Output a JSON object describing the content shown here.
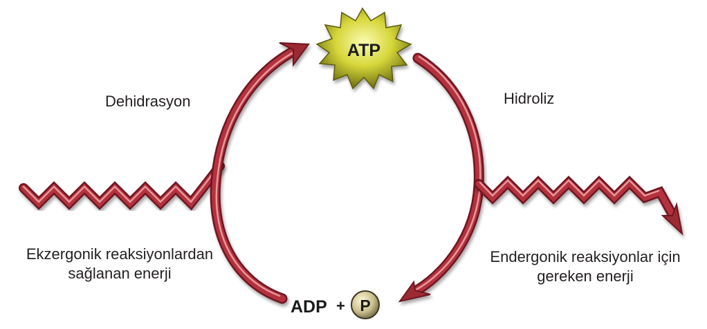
{
  "diagram": {
    "atp": "ATP",
    "adp": "ADP",
    "plus": "+",
    "phosphate": "P",
    "dehydration": "Dehidrasyon",
    "hydrolysis": "Hidroliz",
    "exergonic": [
      "Ekzergonik reaksiyonlardan",
      "sağlanan enerji"
    ],
    "endergonic": [
      "Endergonik reaksiyonlar için",
      "gereken enerji"
    ]
  },
  "colors": {
    "arrow_dark": "#7d1f27",
    "arrow_mid": "#b3323c",
    "arrow_light": "#e07f86",
    "atp_star": "#d2d232",
    "atp_star_dark": "#6e6e14",
    "phosphate_ball": "#c9bf8e",
    "text": "#231f20"
  }
}
